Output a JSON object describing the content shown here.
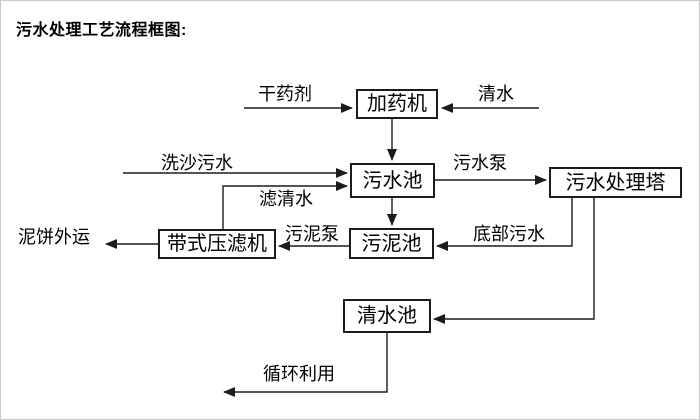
{
  "page": {
    "title": "污水处理工艺流程框图:"
  },
  "diagram": {
    "type": "flowchart",
    "nodes": [
      {
        "id": "dosing-machine",
        "label": "加药机"
      },
      {
        "id": "sewage-pool",
        "label": "污水池"
      },
      {
        "id": "treatment-tower",
        "label": "污水处理塔"
      },
      {
        "id": "sludge-pool",
        "label": "污泥池"
      },
      {
        "id": "belt-filter-press",
        "label": "带式压滤机"
      },
      {
        "id": "clean-water-pool",
        "label": "清水池"
      }
    ],
    "flow_labels": [
      {
        "id": "dry-agent",
        "text": "干药剂",
        "from": "external",
        "to": "dosing-machine"
      },
      {
        "id": "clean-water-in",
        "text": "清水",
        "from": "external",
        "to": "dosing-machine"
      },
      {
        "id": "sand-washing-sewage",
        "text": "洗沙污水",
        "from": "external",
        "to": "sewage-pool"
      },
      {
        "id": "sewage-pump",
        "text": "污水泵",
        "from": "sewage-pool",
        "to": "treatment-tower"
      },
      {
        "id": "filtered-water",
        "text": "滤清水",
        "from": "belt-filter-press",
        "to": "sewage-pool"
      },
      {
        "id": "bottom-sewage",
        "text": "底部污水",
        "from": "treatment-tower",
        "to": "sludge-pool"
      },
      {
        "id": "sludge-pump",
        "text": "污泥泵",
        "from": "sludge-pool",
        "to": "belt-filter-press"
      },
      {
        "id": "mud-cake-out",
        "text": "泥饼外运",
        "from": "belt-filter-press",
        "to": "external"
      },
      {
        "id": "recycle-use",
        "text": "循环利用",
        "from": "clean-water-pool",
        "to": "external"
      }
    ],
    "unlabeled_flows": [
      {
        "from": "dosing-machine",
        "to": "sewage-pool"
      },
      {
        "from": "sewage-pool",
        "to": "sludge-pool"
      },
      {
        "from": "treatment-tower",
        "to": "clean-water-pool"
      }
    ],
    "colors": {
      "line": "#1c1c1c",
      "text": "#000000",
      "background": "#ffffff"
    }
  }
}
